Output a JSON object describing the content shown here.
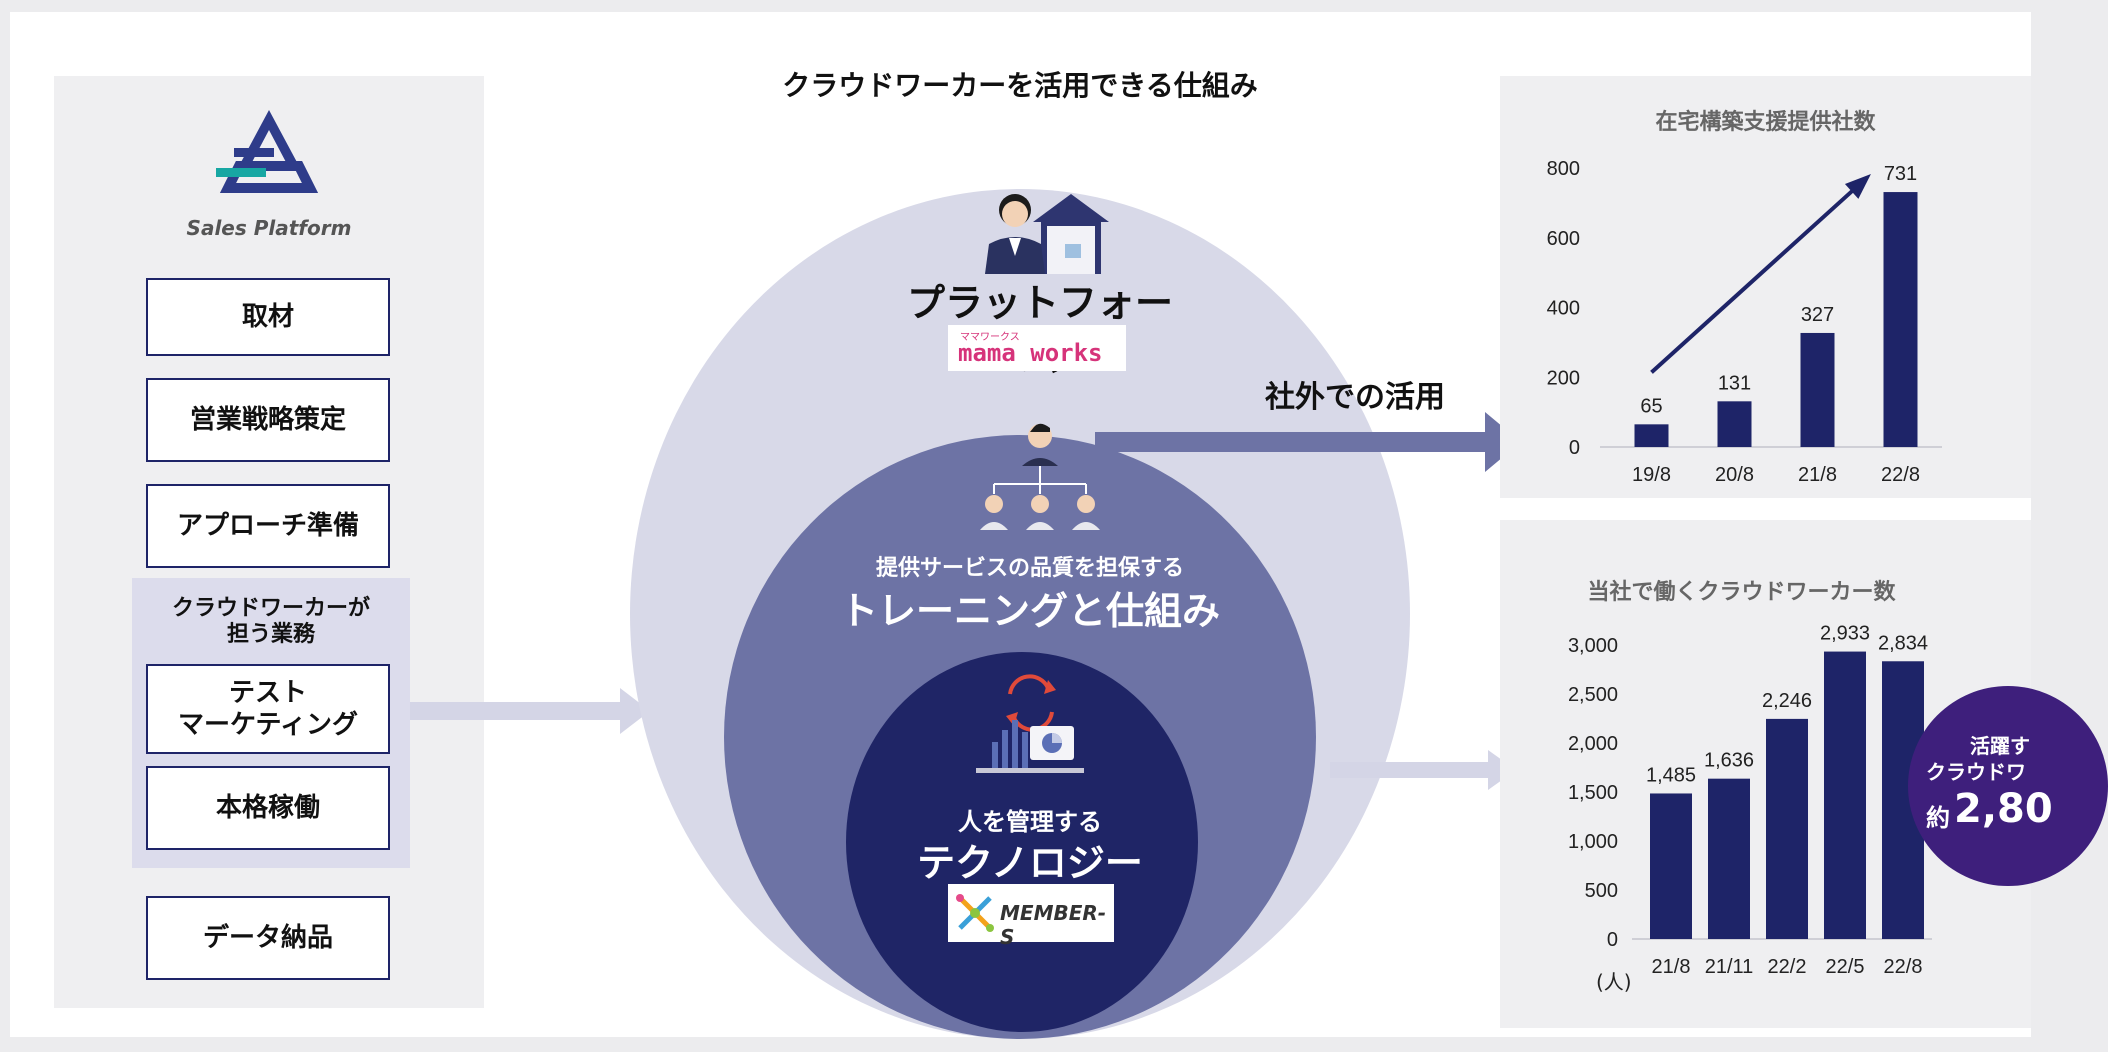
{
  "header": {
    "title": "クラウドワーカーを活用できる仕組み"
  },
  "left_panel": {
    "logo_text": "Sales Platform",
    "steps": [
      "取材",
      "営業戦略策定",
      "アプローチ準備"
    ],
    "crowdworker_group": {
      "title": "クラウドワーカーが\n担う業務",
      "steps": [
        "テスト\nマーケティング",
        "本格稼働"
      ]
    },
    "final_step": "データ納品"
  },
  "center": {
    "outer": {
      "title": "プラットフォーム",
      "logo_small": "ママワークス",
      "logo_text": "mama works"
    },
    "middle": {
      "subtitle": "提供サービスの品質を担保する",
      "title": "トレーニングと仕組み"
    },
    "inner": {
      "subtitle": "人を管理する",
      "title": "テクノロジー",
      "logo_text": "MEMBER-S"
    },
    "external_label": "社外での活用"
  },
  "colors": {
    "navy": "#1e2468",
    "mid_indigo": "#6d73a5",
    "light_lavender": "#d8d9e8",
    "purple_badge": "#3e1f7c",
    "arrow_light": "#d4d5e6"
  },
  "chart_data": [
    {
      "type": "bar",
      "title": "在宅構築支援提供社数",
      "categories": [
        "19/8",
        "20/8",
        "21/8",
        "22/8"
      ],
      "values": [
        65,
        131,
        327,
        731
      ],
      "value_labels": [
        "65",
        "131",
        "327",
        "731"
      ],
      "ylim": [
        0,
        800
      ],
      "yticks": [
        "800",
        "600",
        "400",
        "200",
        "0"
      ],
      "ytick_values": [
        800,
        600,
        400,
        200,
        0
      ],
      "grid": false,
      "color": "#1e2468"
    },
    {
      "type": "bar",
      "title": "当社で働くクラウドワーカー数",
      "categories": [
        "21/8",
        "21/11",
        "22/2",
        "22/5",
        "22/8"
      ],
      "values": [
        1485,
        1636,
        2246,
        2933,
        2834
      ],
      "value_labels": [
        "1,485",
        "1,636",
        "2,246",
        "2,933",
        "2,834"
      ],
      "ylim": [
        0,
        3000
      ],
      "yticks": [
        "3,000",
        "2,500",
        "2,000",
        "1,500",
        "1,000",
        "500",
        "0"
      ],
      "ytick_values": [
        3000,
        2500,
        2000,
        1500,
        1000,
        500,
        0
      ],
      "unit_label": "(人)",
      "grid": false,
      "color": "#1e2468"
    }
  ],
  "badge": {
    "line1": "活躍す",
    "line2": "クラウドワ",
    "prefix": "約",
    "value": "2,80"
  }
}
